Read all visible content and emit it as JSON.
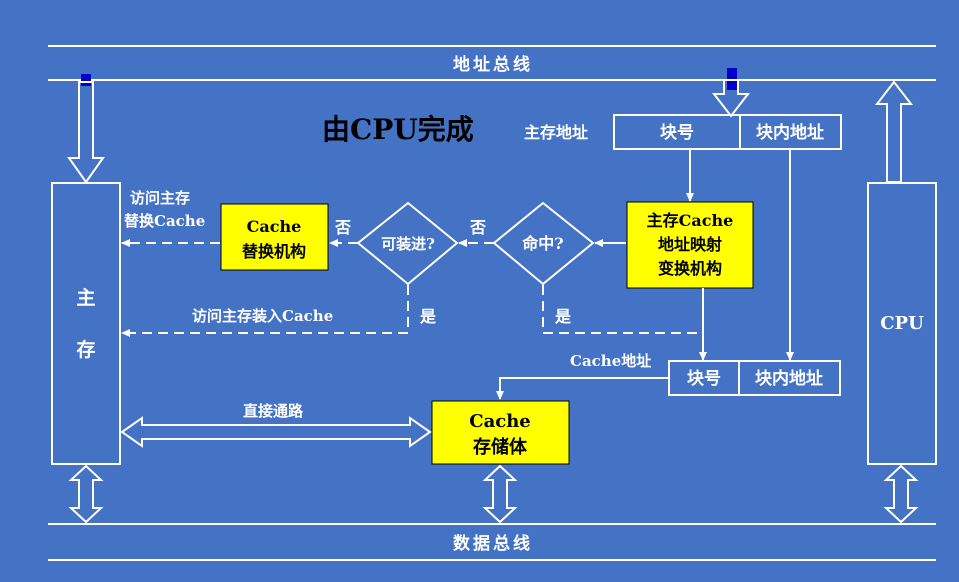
{
  "labels": {
    "address_bus": "地址总线",
    "data_bus": "数据总线",
    "by_cpu": "由CPU完成",
    "main_mem_addr": "主存地址",
    "block_no": "块号",
    "block_offset": "块内地址",
    "access_replace_1": "访问主存",
    "access_replace_2": "替换Cache",
    "main_memory_1": "主",
    "main_memory_2": "存",
    "replace_unit_1": "Cache",
    "replace_unit_2": "替换机构",
    "no_1": "否",
    "can_load": "可装进?",
    "no_2": "否",
    "hit": "命中?",
    "map_unit_1": "主存Cache",
    "map_unit_2": "地址映射",
    "map_unit_3": "变换机构",
    "access_load": "访问主存装入Cache",
    "yes_1": "是",
    "yes_2": "是",
    "cpu": "CPU",
    "cache_addr": "Cache地址",
    "cache_block_no": "块号",
    "cache_block_offset": "块内地址",
    "direct_path": "直接通路",
    "cache_store_1": "Cache",
    "cache_store_2": "存储体"
  },
  "colors": {
    "background": "#4472C4",
    "line": "#ffffff",
    "highlight_box": "#FFFF00",
    "bus_marker": "#0000CC"
  }
}
